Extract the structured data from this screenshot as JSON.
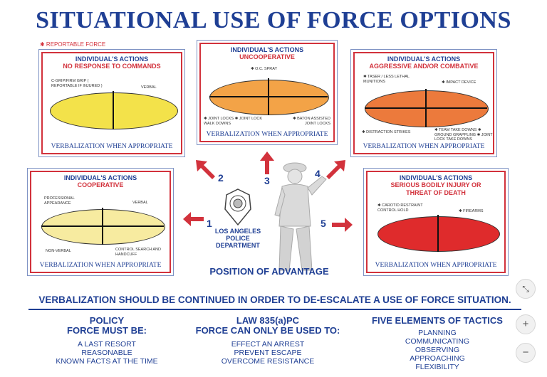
{
  "title": "SITUATIONAL USE OF FORCE OPTIONS",
  "reportable_force": "✱ REPORTABLE FORCE",
  "cards": {
    "no_response": {
      "heading": "INDIVIDUAL'S ACTIONS",
      "subheading": "NO RESPONSE TO COMMANDS",
      "labels": [
        "C-GRIP/FIRM GRIP ( REPORTABLE IF INJURED )",
        "VERBAL"
      ],
      "verbalization": "VERBALIZATION WHEN APPROPRIATE",
      "color": "#f3e24a"
    },
    "uncooperative": {
      "heading": "INDIVIDUAL'S ACTIONS",
      "subheading": "UNCOOPERATIVE",
      "labels": [
        "✱ O.C. SPRAY",
        "✱ JOINT LOCKS ✱ JOINT LOCK WALK DOWNS",
        "✱ BATON ASSISTED JOINT LOCKS"
      ],
      "verbalization": "VERBALIZATION WHEN APPROPRIATE",
      "color": "#f3a347"
    },
    "aggressive": {
      "heading": "INDIVIDUAL'S ACTIONS",
      "subheading": "AGGRESSIVE AND/OR COMBATIVE",
      "labels": [
        "✱ TASER / LESS LETHAL MUNITIONS",
        "✱ IMPACT DEVICE",
        "✱ DISTRACTION STRIKES",
        "✱ TEAM TAKE DOWNS ✱ GROUND GRAPPLING ✱ JOINT LOCK TAKE DOWNS"
      ],
      "verbalization": "VERBALIZATION WHEN APPROPRIATE",
      "color": "#ec7a3c"
    },
    "cooperative": {
      "heading": "INDIVIDUAL'S ACTIONS",
      "subheading": "COOPERATIVE",
      "labels": [
        "PROFESSIONAL APPEARANCE",
        "VERBAL",
        "NON-VERBAL",
        "CONTROL SEARCH AND HANDCUFF"
      ],
      "verbalization": "VERBALIZATION WHEN APPROPRIATE",
      "color": "#f7eba0"
    },
    "deadly": {
      "heading": "INDIVIDUAL'S ACTIONS",
      "subheading": "SERIOUS BODILY INJURY OR THREAT OF DEATH",
      "labels": [
        "✱ CAROTID RESTRAINT CONTROL HOLD",
        "✱ FIREARMS"
      ],
      "verbalization": "VERBALIZATION WHEN APPROPRIATE",
      "color": "#df2b2c"
    }
  },
  "arrows": {
    "a1": "1",
    "a2": "2",
    "a3": "3",
    "a4": "4",
    "a5": "5"
  },
  "department": "LOS ANGELES POLICE DEPARTMENT",
  "position": "POSITION OF ADVANTAGE",
  "deescalate": "VERBALIZATION SHOULD BE CONTINUED IN ORDER TO DE-ESCALATE A USE OF FORCE SITUATION.",
  "policy": {
    "h1": "POLICY",
    "h2": "FORCE MUST BE:",
    "items": [
      "A LAST RESORT",
      "REASONABLE",
      "KNOWN FACTS AT THE TIME"
    ]
  },
  "law": {
    "h1": "LAW 835(a)PC",
    "h2": "FORCE CAN ONLY BE USED TO:",
    "items": [
      "EFFECT AN ARREST",
      "PREVENT ESCAPE",
      "OVERCOME RESISTANCE"
    ]
  },
  "tactics": {
    "h1": "FIVE ELEMENTS OF TACTICS",
    "items": [
      "PLANNING",
      "COMMUNICATING",
      "OBSERVING",
      "APPROACHING",
      "FLEXIBILITY"
    ]
  },
  "controls": {
    "fit": "⤡",
    "zoom_in": "+",
    "zoom_out": "−"
  },
  "accent": "#1f3f94",
  "red": "#d2323c"
}
